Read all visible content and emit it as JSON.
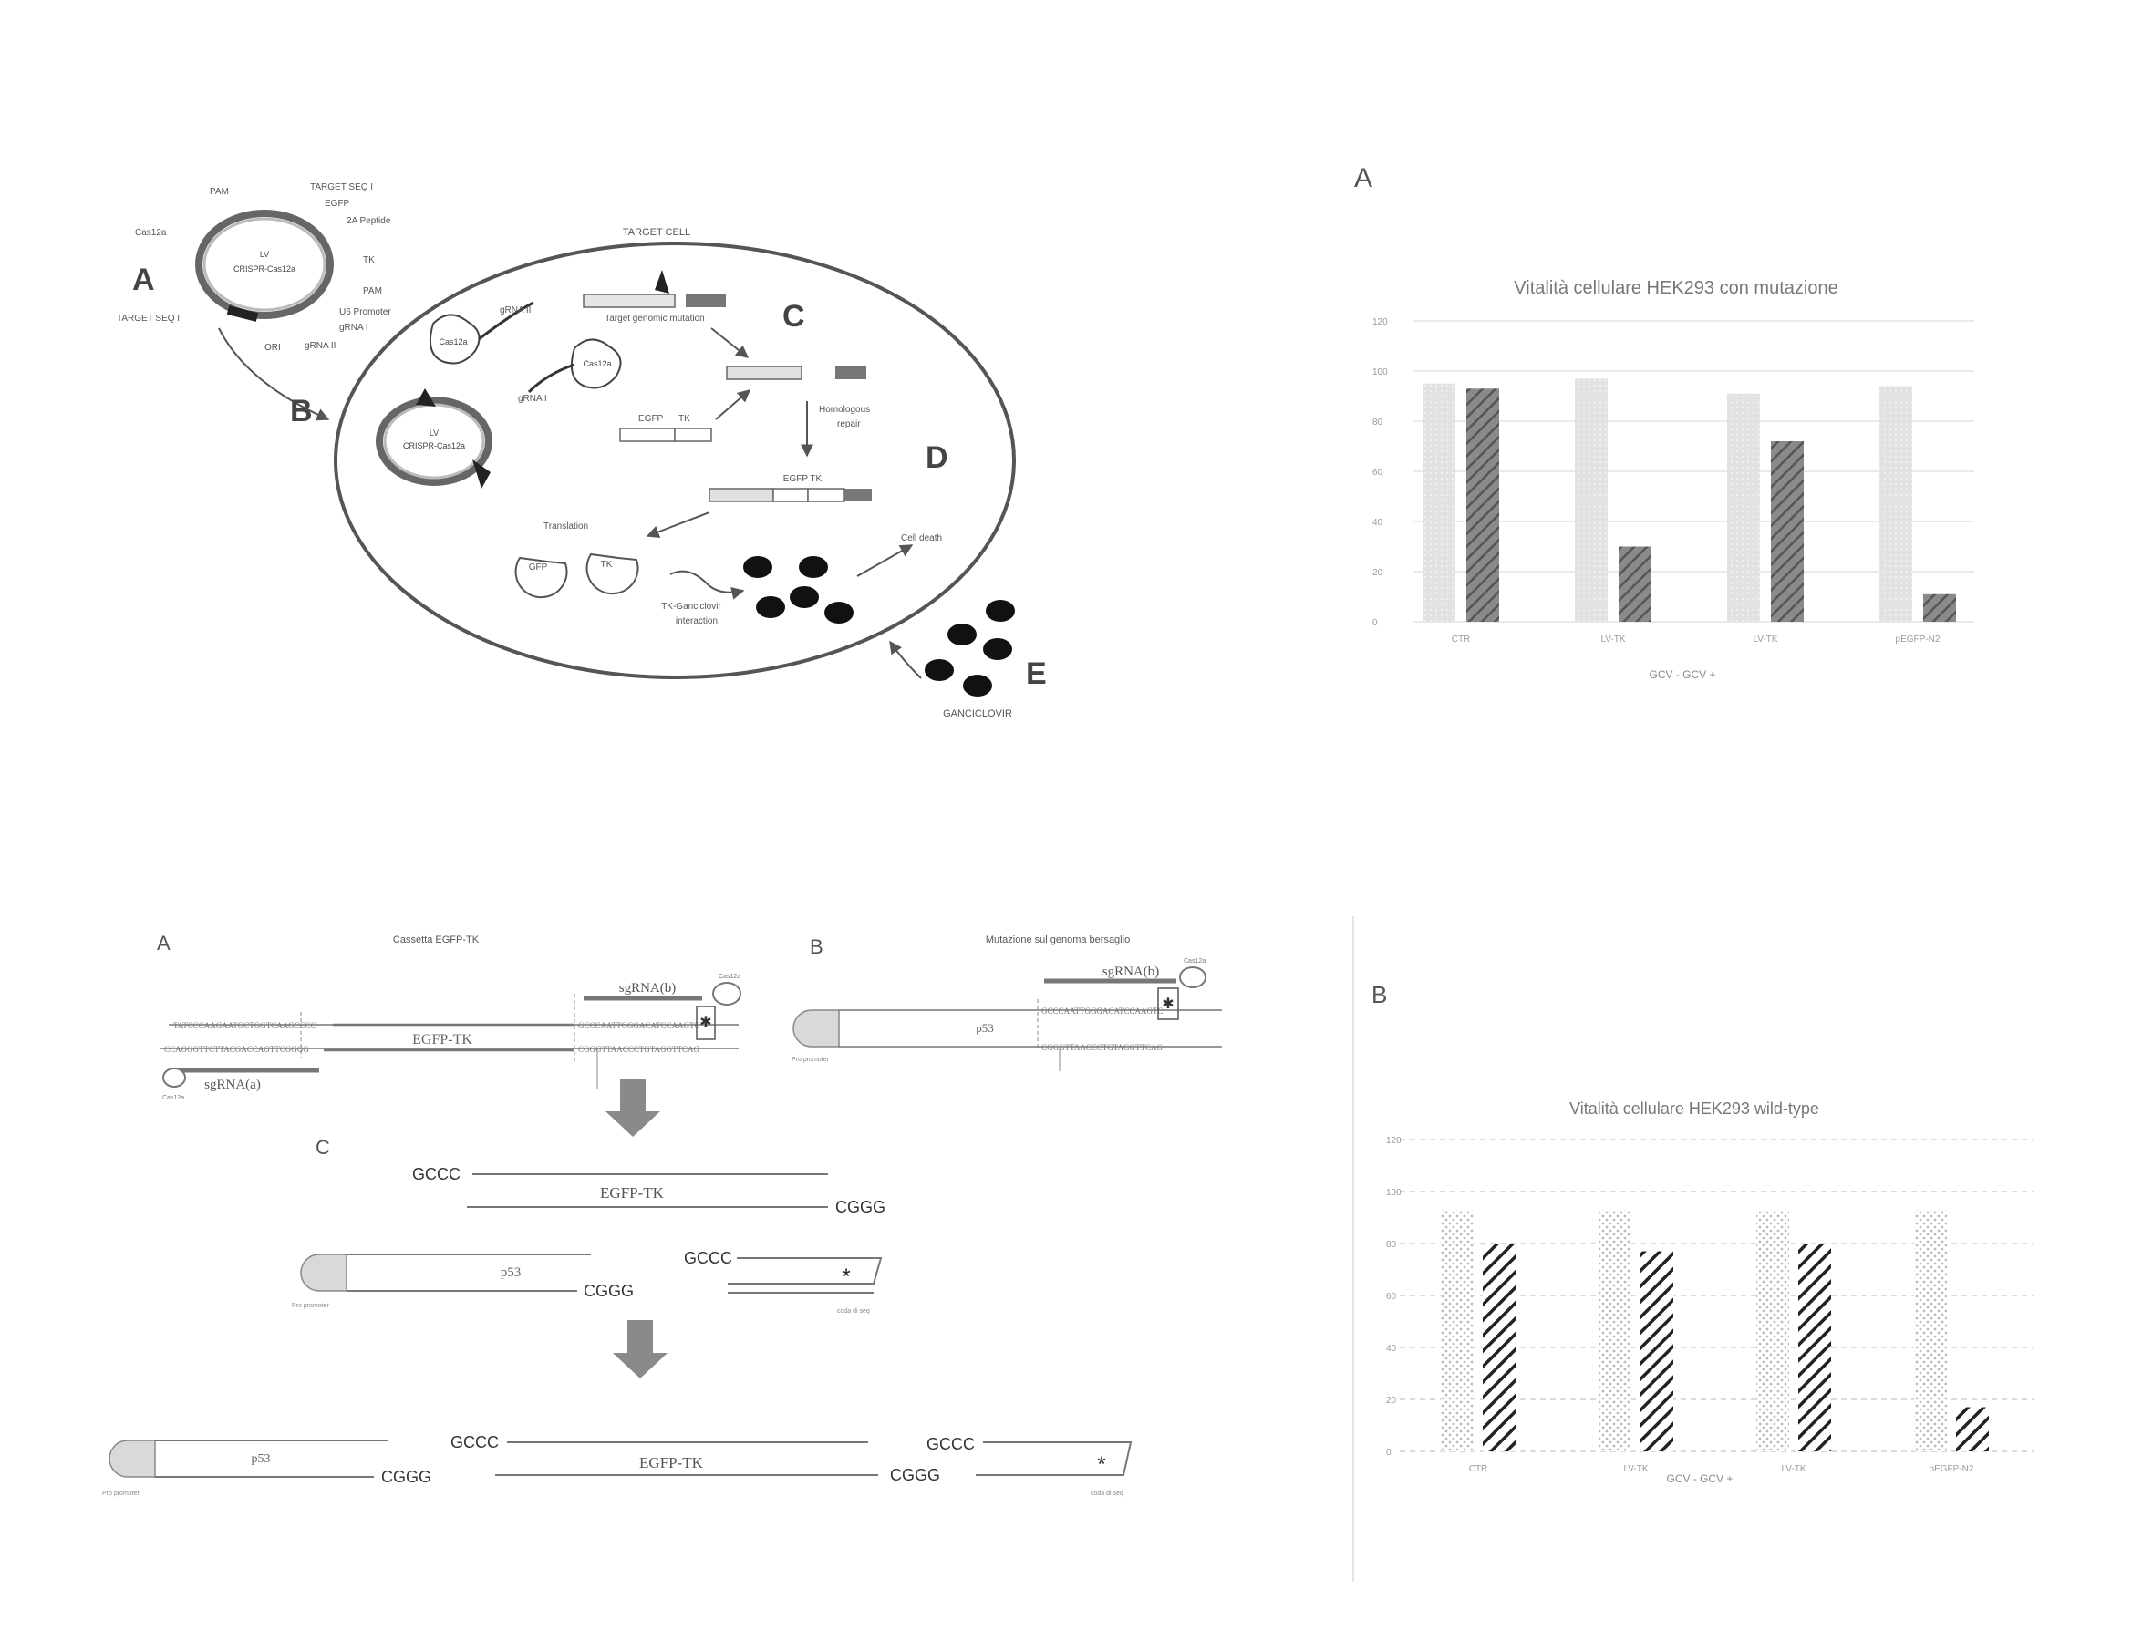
{
  "fig1": {
    "panel_letters": {
      "a": "A",
      "b": "B",
      "c": "C",
      "d": "D",
      "e": "E"
    },
    "target_cell": "TARGET CELL",
    "plasmid_name_1": "LV",
    "plasmid_name_2": "CRISPR-Cas12a",
    "cell_plasmid_1": "LV",
    "cell_plasmid_2": "CRISPR-Cas12a",
    "labels": {
      "pam_top": "PAM",
      "target_seq_1": "TARGET SEQ I",
      "egfp": "EGFP",
      "2a_peptide": "2A Peptide",
      "tk": "TK",
      "pam_right": "PAM",
      "u6_promoter": "U6 Promoter",
      "grna_i": "gRNA I",
      "grna_ii": "gRNA II",
      "cas12a": "Cas12a",
      "target_seq_ii": "TARGET SEQ II",
      "ori": "ORI",
      "cell_grna_ii": "gRNA II",
      "cell_grna_i": "gRNA I",
      "cell_cas12a_1": "Cas12a",
      "cell_cas12a_2": "Cas12a",
      "target_genomic": "Target genomic mutation",
      "egfp_frag": "EGFP",
      "tk_frag": "TK",
      "homologous_1": "Homologous",
      "homologous_2": "repair",
      "egfp_tk": "EGFP TK",
      "translation": "Translation",
      "gfp": "GFP",
      "tk_shape": "TK",
      "tk_ganc_1": "TK-Ganciclovir",
      "tk_ganc_2": "interaction",
      "cell_death": "Cell death",
      "ganciclovir": "GANCICLOVIR"
    }
  },
  "fig2": {
    "panel_a": "A",
    "panel_a_title": "Cassetta EGFP-TK",
    "panel_b": "B",
    "panel_b_title": "Mutazione sul genoma bersaglio",
    "panel_c": "C",
    "sgrna_b_a": "sgRNA(b)",
    "sgrna_a": "sgRNA(a)",
    "sgrna_b_b": "sgRNA(b)",
    "egfp_tk_a": "EGFP-TK",
    "p53_b": "p53",
    "cas12a_small_1": "Cas12a",
    "cas12a_small_2": "Cas12a",
    "cas12a_small_3": "Cas12a",
    "seq_a_top": "TATCCCAAGAATGCTGGTCAAGCCCC",
    "seq_a_bottom": "CCAGGGTTCTTACGACCAGTTCGGGG",
    "seq_a_right_top": "GCCCAATTGGGACATCCAAGTC",
    "seq_a_right_bottom": "CGGGTTAACCCTGTAGGTTCAG",
    "seq_b_top": "GCCCAATTGGGACATCCAAGTC",
    "seq_b_bottom": "CGGGTTAACCCTGTAGGTTCAG",
    "promoter_b": "Pro promoter",
    "c_row1_gccc": "GCCC",
    "c_row1_label": "EGFP-TK",
    "c_row1_cggg": "CGGG",
    "c_row2_p53": "p53",
    "c_row2_cggg": "CGGG",
    "c_row2_gccc": "GCCC",
    "c_row2_star": "*",
    "c_row2_promoter": "Pro promoter",
    "c_row2_tail": "coda di seq",
    "c_row3_p53": "p53",
    "c_row3_cggg1": "CGGG",
    "c_row3_gccc1": "GCCC",
    "c_row3_label": "EGFP-TK",
    "c_row3_cggg2": "CGGG",
    "c_row3_gccc2": "GCCC",
    "c_row3_star": "*",
    "c_row3_promoter": "Pro promoter",
    "c_row3_tail": "coda di seq"
  },
  "chart_data": [
    {
      "type": "bar",
      "panel": "A",
      "title": "Vitalità cellulare HEK293 con mutazione",
      "categories": [
        "CTR",
        "LV-TK",
        "LV-TK",
        "pEGFP-N2"
      ],
      "series": [
        {
          "name": "GCV -",
          "values": [
            95,
            97,
            91,
            94
          ],
          "color": "#dcdcdc"
        },
        {
          "name": "GCV +",
          "values": [
            93,
            30,
            72,
            11
          ],
          "color": "#707070"
        }
      ],
      "legend_text": "GCV -   GCV +",
      "yticks": [
        "0",
        "20",
        "40",
        "60",
        "80",
        "100",
        "120"
      ],
      "ylim": [
        0,
        120
      ],
      "grid": true,
      "legend": "bottom"
    },
    {
      "type": "bar",
      "panel": "B",
      "title": "Vitalità cellulare HEK293 wild-type",
      "categories": [
        "CTR",
        "LV-TK",
        "LV-TK",
        "pEGFP-N2"
      ],
      "series": [
        {
          "name": "GCV -",
          "values": [
            93,
            93,
            93,
            93
          ],
          "color": "#e6e6e6"
        },
        {
          "name": "GCV +",
          "values": [
            80,
            77,
            80,
            17
          ],
          "color": "#3a3a3a"
        }
      ],
      "legend_text": "GCV -   GCV +",
      "yticks": [
        "0",
        "20",
        "40",
        "60",
        "80",
        "100",
        "120"
      ],
      "ylim": [
        0,
        120
      ],
      "grid": true,
      "legend": "bottom"
    }
  ]
}
